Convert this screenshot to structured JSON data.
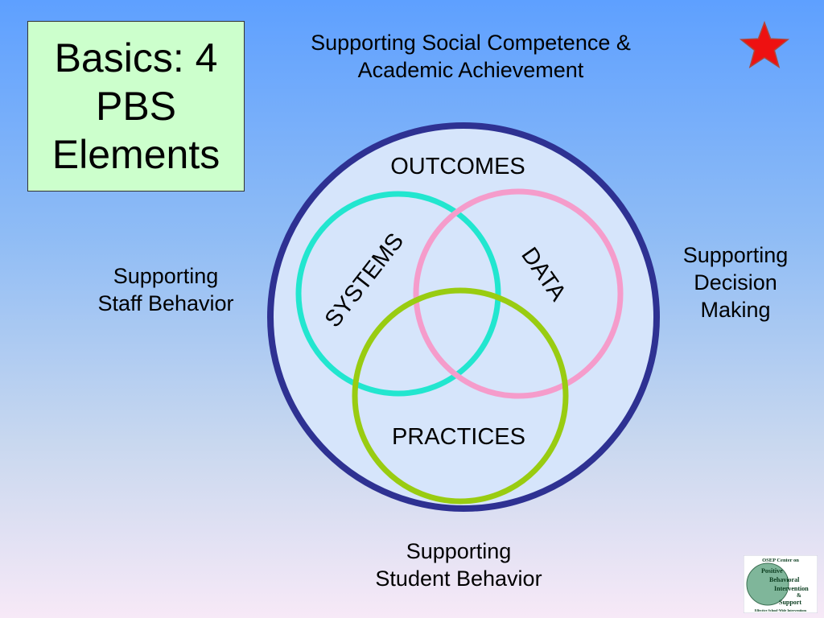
{
  "title": {
    "lines": [
      "Basics: 4",
      "PBS",
      "Elements"
    ]
  },
  "labels": {
    "top": [
      "Supporting Social Competence &",
      "Academic Achievement"
    ],
    "left": [
      "Supporting",
      "Staff Behavior"
    ],
    "right": [
      "Supporting",
      "Decision",
      "Making"
    ],
    "bottom": [
      "Supporting",
      "Student Behavior"
    ]
  },
  "diagram": {
    "outer_label": "OUTCOMES",
    "circles": [
      {
        "label": "SYSTEMS",
        "color": "#22e6cf"
      },
      {
        "label": "DATA",
        "color": "#f59ccb"
      },
      {
        "label": "PRACTICES",
        "color": "#99cc11"
      }
    ],
    "outer_color": "#2e3192",
    "outer_fill": "#d6e5fb"
  },
  "decorations": {
    "star_color": "#ee1111",
    "star_icon": "star-icon"
  },
  "logo": {
    "header": "OSEP Center on",
    "words": [
      "Positive",
      "Behavioral",
      "Intervention",
      "&",
      "Support"
    ],
    "footer": "Effective School-Wide Interventions"
  }
}
